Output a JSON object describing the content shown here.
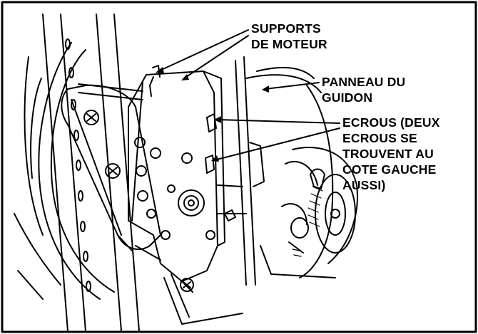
{
  "figure": {
    "callouts": [
      {
        "id": "supports",
        "lines": [
          "SUPPORTS",
          "DE MOTEUR"
        ]
      },
      {
        "id": "panneau",
        "lines": [
          "PANNEAU DU",
          "GUIDON"
        ]
      },
      {
        "id": "ecrous",
        "lines": [
          "ECROUS (DEUX",
          "ECROUS SE",
          "TROUVENT AU",
          "COTE GAUCHE",
          "AUSSI)"
        ]
      }
    ]
  }
}
